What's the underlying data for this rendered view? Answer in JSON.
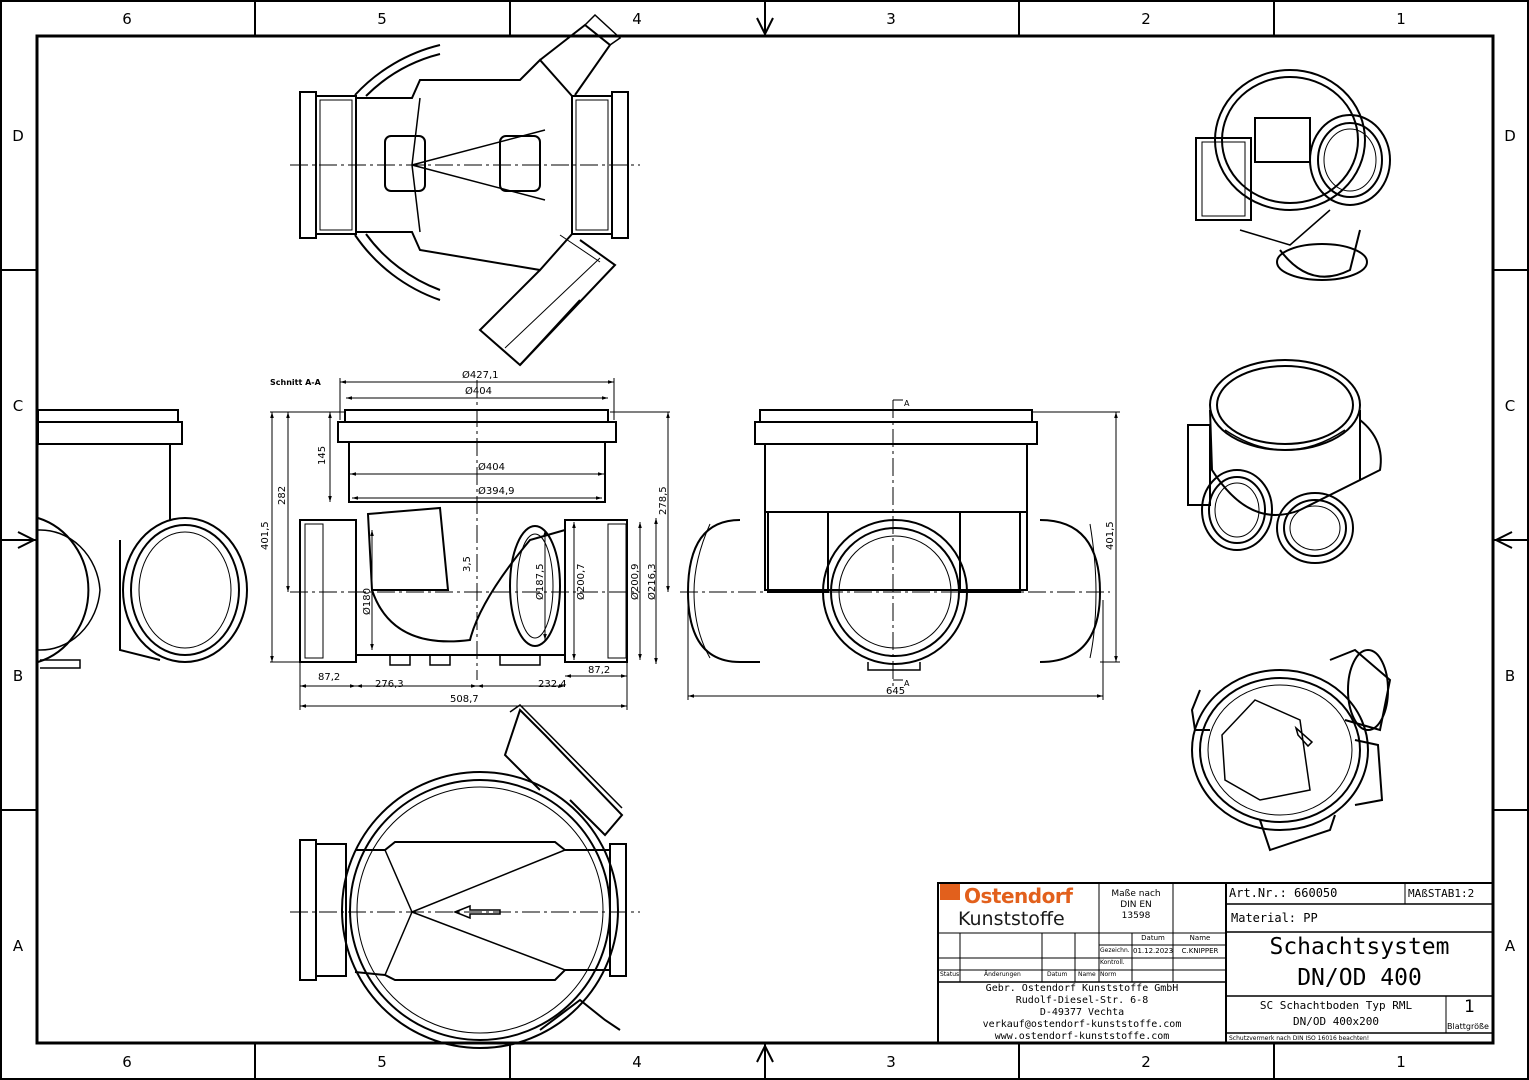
{
  "frame": {
    "columns_top": [
      "6",
      "5",
      "4",
      "3",
      "2",
      "1"
    ],
    "columns_bottom": [
      "6",
      "5",
      "4",
      "3",
      "2",
      "1"
    ],
    "rows_left": [
      "D",
      "C",
      "B",
      "A"
    ],
    "rows_right": [
      "D",
      "C",
      "B",
      "A"
    ]
  },
  "section": {
    "title": "Schnitt A-A",
    "dims": {
      "d427": "Ø427,1",
      "d404a": "Ø404",
      "d404b": "Ø404",
      "d394": "Ø394,9",
      "h145": "145",
      "h282": "282",
      "h401": "401,5",
      "h278": "278,5",
      "d187": "Ø187,5",
      "d200a": "Ø200,7",
      "d200b": "Ø200,9",
      "d216": "Ø216,3",
      "d180": "Ø180",
      "v35": "3,5",
      "w87a": "87,2",
      "w276": "276,3",
      "w232": "232,4",
      "w87b": "87,2",
      "w508": "508,7"
    }
  },
  "front": {
    "cut_mark_top": "A",
    "cut_mark_bottom": "A",
    "h401": "401,5",
    "w645": "645"
  },
  "title_block": {
    "logo_top": "Ostendorf",
    "logo_bottom": "Kunststoffe",
    "masse_line1": "Maße nach",
    "masse_line2": "DIN EN",
    "masse_line3": "13598",
    "col_datum": "Datum",
    "col_name": "Name",
    "row_gezeichn": "Gezeichn.",
    "row_kontroll": "Kontroll.",
    "row_norm": "Norm",
    "drawn_date": "01.12.2023",
    "drawn_name": "C.KNIPPER",
    "rev_status": "Status",
    "rev_aenderungen": "Änderungen",
    "rev_datum": "Datum",
    "rev_name": "Name",
    "company": "Gebr. Ostendorf Kunststoffe GmbH",
    "street": "Rudolf-Diesel-Str. 6-8",
    "city": "D-49377 Vechta",
    "email": "verkauf@ostendorf-kunststoffe.com",
    "web": "www.ostendorf-kunststoffe.com",
    "art_nr": "Art.Nr.: 660050",
    "scale": "MAßSTAB1:2",
    "material": "Material: PP",
    "title_line1": "Schachtsystem",
    "title_line2": "DN/OD 400",
    "desc_line1": "SC Schachtboden Typ RML",
    "desc_line2": "DN/OD 400x200",
    "sheet": "1",
    "sheet_size": "Blattgröße",
    "copyright": "Schutzvermerk nach DIN ISO 16016 beachten!",
    "accent_color": "#e2601c"
  }
}
